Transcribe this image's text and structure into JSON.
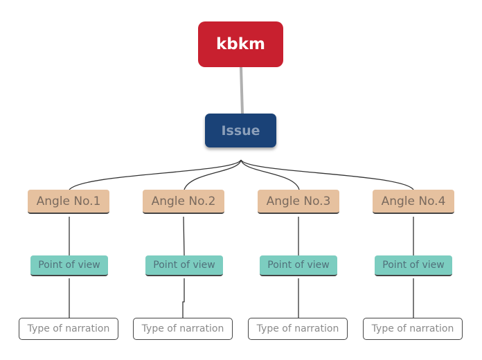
{
  "diagram": {
    "root": {
      "label": "kbkm"
    },
    "issue": {
      "label": "Issue"
    },
    "branches": [
      {
        "angle": "Angle No.1",
        "point_of_view": "Point of view",
        "narration": "Type of narration"
      },
      {
        "angle": "Angle No.2",
        "point_of_view": "Point of view",
        "narration": "Type of narration"
      },
      {
        "angle": "Angle No.3",
        "point_of_view": "Point of view",
        "narration": "Type of narration"
      },
      {
        "angle": "Angle No.4",
        "point_of_view": "Point of view",
        "narration": "Type of narration"
      }
    ]
  },
  "colors": {
    "root": "#c8202f",
    "issue": "#1a4277",
    "angle": "#e6c19f",
    "point_of_view": "#7ccdc0",
    "narration_border": "#444444"
  }
}
